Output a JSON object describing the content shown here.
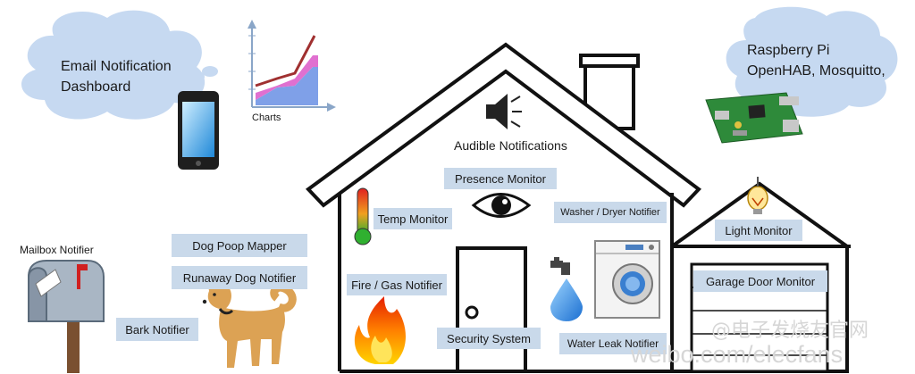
{
  "clouds": {
    "left_text": [
      "Email Notification",
      "Dashboard"
    ],
    "right_text": [
      "Raspberry Pi",
      "OpenHAB, Mosquitto,"
    ]
  },
  "charts_label": "Charts",
  "audible_label": "Audible Notifications",
  "labels": {
    "presence": "Presence Monitor",
    "temp": "Temp Monitor",
    "washer": "Washer / Dryer Notifier",
    "light": "Light Monitor",
    "garage": "Garage Door Monitor",
    "fire": "Fire / Gas Notifier",
    "security": "Security System",
    "water": "Water Leak Notifier",
    "dog_poop": "Dog Poop Mapper",
    "runaway": "Runaway Dog Notifier",
    "bark": "Bark Notifier",
    "mailbox": "Mailbox Notifier"
  },
  "watermark": {
    "line1": "@电子发烧友官网",
    "line2": "weibo.com/elecfans"
  },
  "colors": {
    "label_bg": "#c9d9ea",
    "cloud_fill": "#c6d9f1"
  }
}
